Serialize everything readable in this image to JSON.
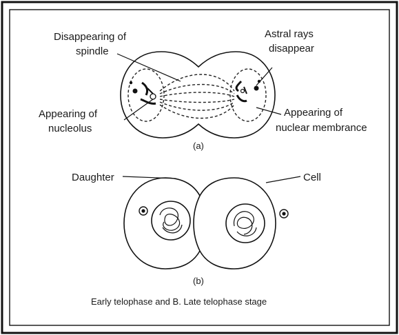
{
  "panel_a": {
    "labels": {
      "spindle_line1": "Disappearing of",
      "spindle_line2": "spindle",
      "astral_line1": "Astral rays",
      "astral_line2": "disappear",
      "nucleolus_line1": "Appearing of",
      "nucleolus_line2": "nucleolus",
      "membrane_line1": "Appearing of",
      "membrane_line2": "nuclear membrance"
    },
    "caption": "(a)"
  },
  "panel_b": {
    "labels": {
      "daughter": "Daughter",
      "cell": "Cell"
    },
    "caption": "(b)"
  },
  "figure_caption": "Early telophase and B. Late telophase stage",
  "colors": {
    "outer_border": "#111111",
    "inner_border": "#111111",
    "ink": "#111111",
    "background": "#ffffff"
  }
}
